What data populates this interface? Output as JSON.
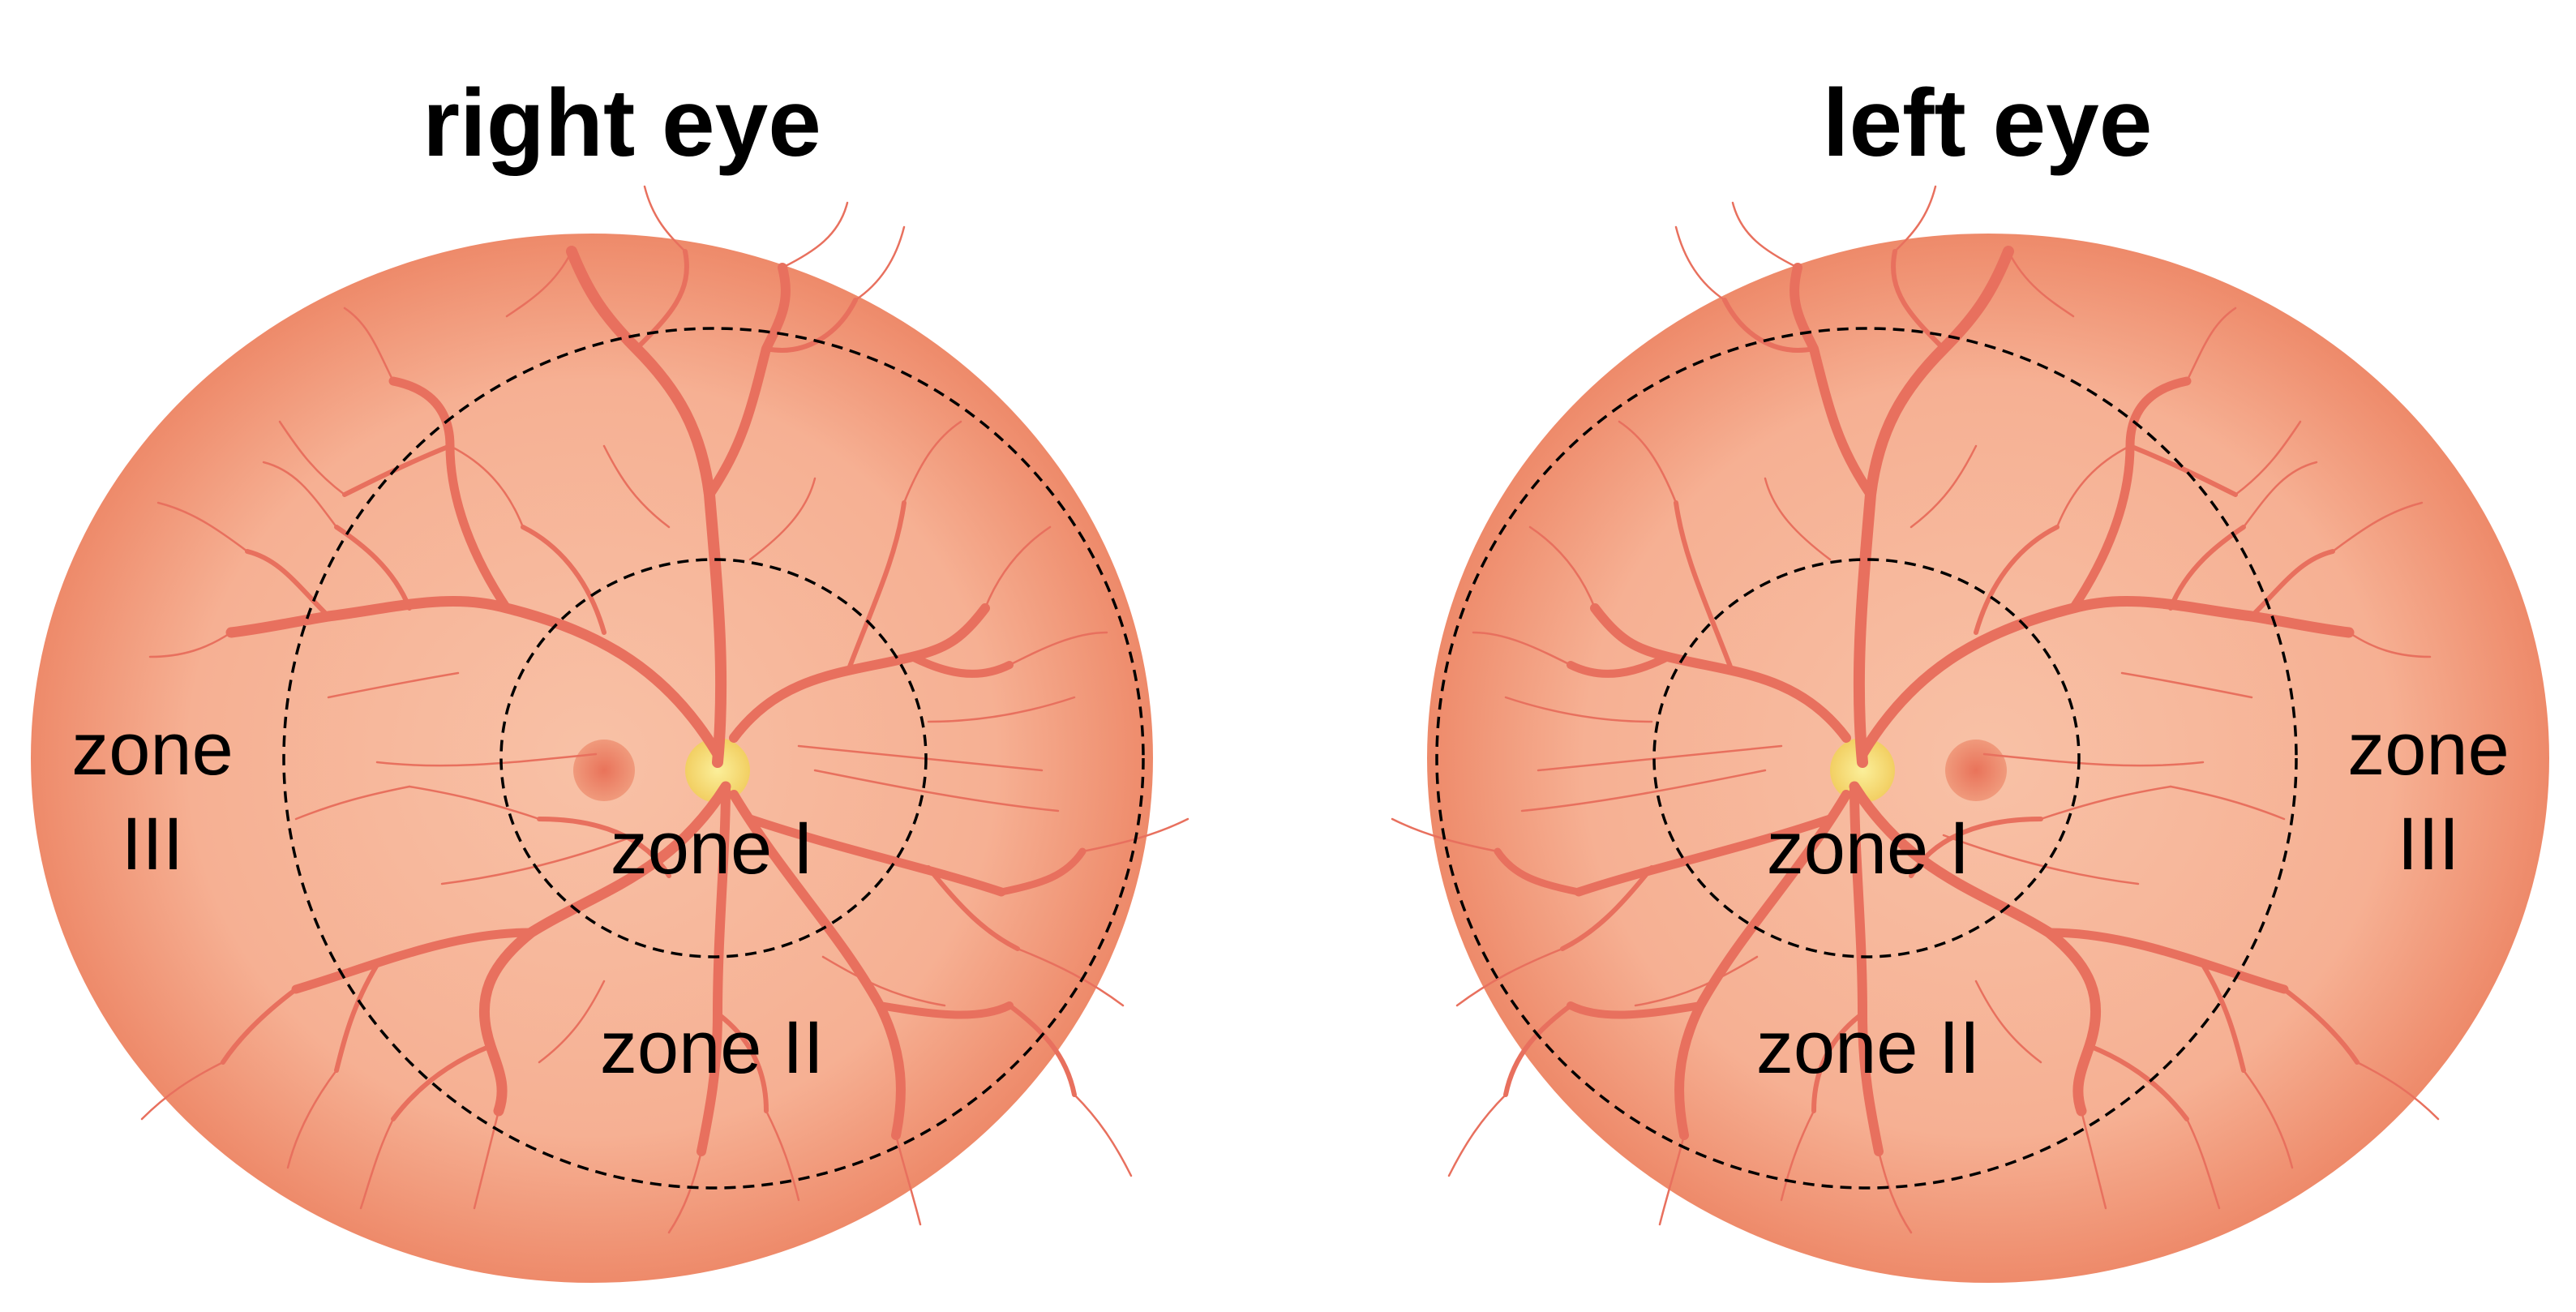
{
  "colors": {
    "fundus_center": "#f8c1a6",
    "fundus_mid": "#f6b093",
    "fundus_edge": "#ee8a6a",
    "vessel": "#e8705e",
    "optic_disc": "#f7e07a",
    "macula": "#ec8060",
    "zone_boundary": "#000000",
    "text": "#000000"
  },
  "icons": {
    "eye_diagram": "retina-fundus-icon",
    "optic_disc": "optic-disc-icon",
    "macula": "macula-icon"
  },
  "right_eye": {
    "title": "right eye",
    "zone1_label": "zone I",
    "zone2_label": "zone II",
    "zone3_line1": "zone",
    "zone3_line2": "III"
  },
  "left_eye": {
    "title": "left eye",
    "zone1_label": "zone I",
    "zone2_label": "zone II",
    "zone3_line1": "zone",
    "zone3_line2": "III"
  }
}
